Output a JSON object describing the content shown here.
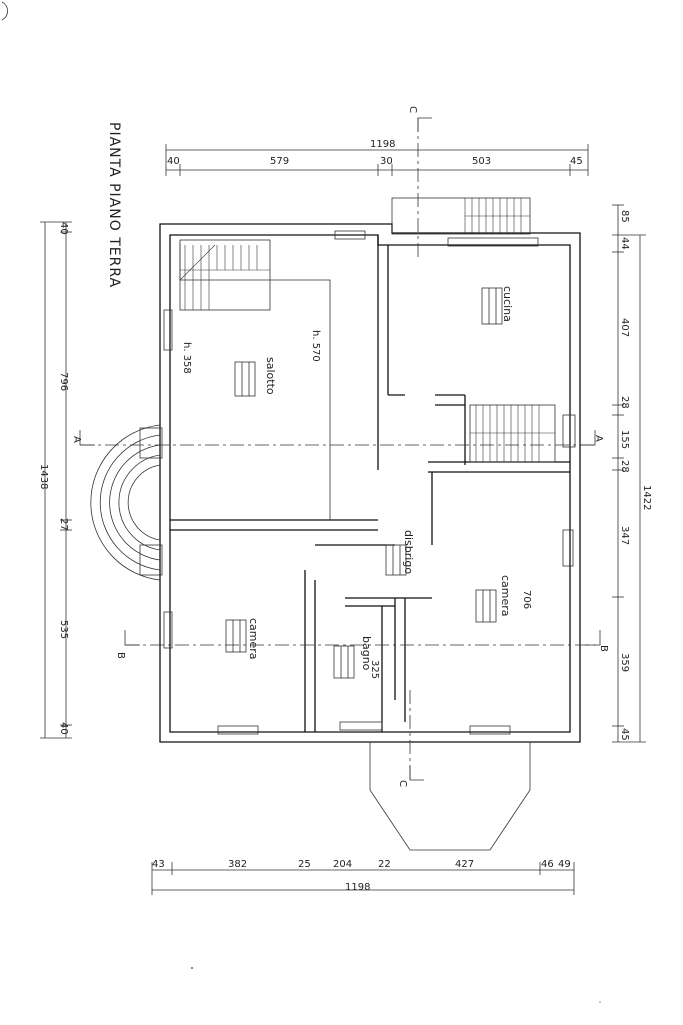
{
  "title": "PIANTA PIANO TERRA",
  "top_dims": {
    "total": "1198",
    "segments": [
      "40",
      "579",
      "30",
      "503",
      "45"
    ]
  },
  "bottom_dims": {
    "total": "1198",
    "segments": [
      "43",
      "382",
      "25",
      "204",
      "22",
      "427",
      "46",
      "49"
    ]
  },
  "left_dims": {
    "total": "1438",
    "segments": [
      "40",
      "796",
      "27",
      "535",
      "40"
    ]
  },
  "right_dims": {
    "total": "1422",
    "segments": [
      "85",
      "44",
      "407",
      "28",
      "155",
      "28",
      "347",
      "359",
      "45"
    ]
  },
  "sections": {
    "a": "A",
    "b": "B",
    "c": "C"
  },
  "rooms": {
    "cucina": "cucina",
    "salotto": "salotto",
    "disbrigo": "disbrigo",
    "camera_right": "camera",
    "camera_left": "camera",
    "bagno": "bagno"
  },
  "heights": {
    "salotto_stair": "h. 358",
    "salotto": "h. 570"
  },
  "inner_dims": {
    "camera_depth": "706",
    "bagno_width": "325"
  }
}
